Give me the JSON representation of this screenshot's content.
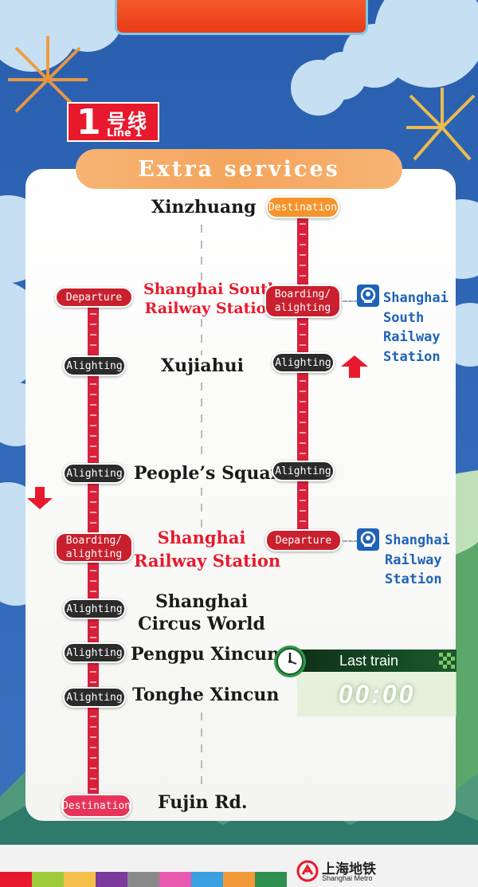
{
  "line": {
    "number": "1",
    "cn": "号线",
    "en": "Line 1"
  },
  "banner": "Extra services",
  "stations": {
    "xinzhuang": "Xinzhuang",
    "sh_south_1": "Shanghai South",
    "sh_south_2": "Railway Station",
    "xujiahui": "Xujiahui",
    "peoples_square": "People’s Square",
    "sh_railway_1": "Shanghai",
    "sh_railway_2": "Railway Station",
    "circus_1": "Shanghai",
    "circus_2": "Circus World",
    "pengpu": "Pengpu Xincun",
    "tonghe": "Tonghe Xincun",
    "fujin": "Fujin Rd."
  },
  "left_route": {
    "departure": "Departure",
    "alight_xujiahui": "Alighting",
    "alight_peoples": "Alighting",
    "boarding_1": "Boarding/",
    "boarding_2": "alighting",
    "alight_circus": "Alighting",
    "alight_pengpu": "Alighting",
    "alight_tonghe": "Alighting",
    "destination": "Destination"
  },
  "right_route": {
    "destination": "Destination",
    "boarding_1": "Boarding/",
    "boarding_2": "alighting",
    "alight_xujiahui": "Alighting",
    "alight_peoples": "Alighting",
    "departure": "Departure"
  },
  "rail_south": {
    "l1": "Shanghai",
    "l2": "South",
    "l3": "Railway",
    "l4": "Station"
  },
  "rail_main": {
    "l1": "Shanghai",
    "l2": "Railway",
    "l3": "Station"
  },
  "last_train": {
    "label": "Last train",
    "time": "00:00"
  },
  "logo": {
    "cn": "上海地铁",
    "en": "Shanghai Metro"
  },
  "colors": {
    "red": "#e8192c",
    "blue": "#1e63b7",
    "orange": "#f4942a",
    "sky": "#2f63b4"
  }
}
